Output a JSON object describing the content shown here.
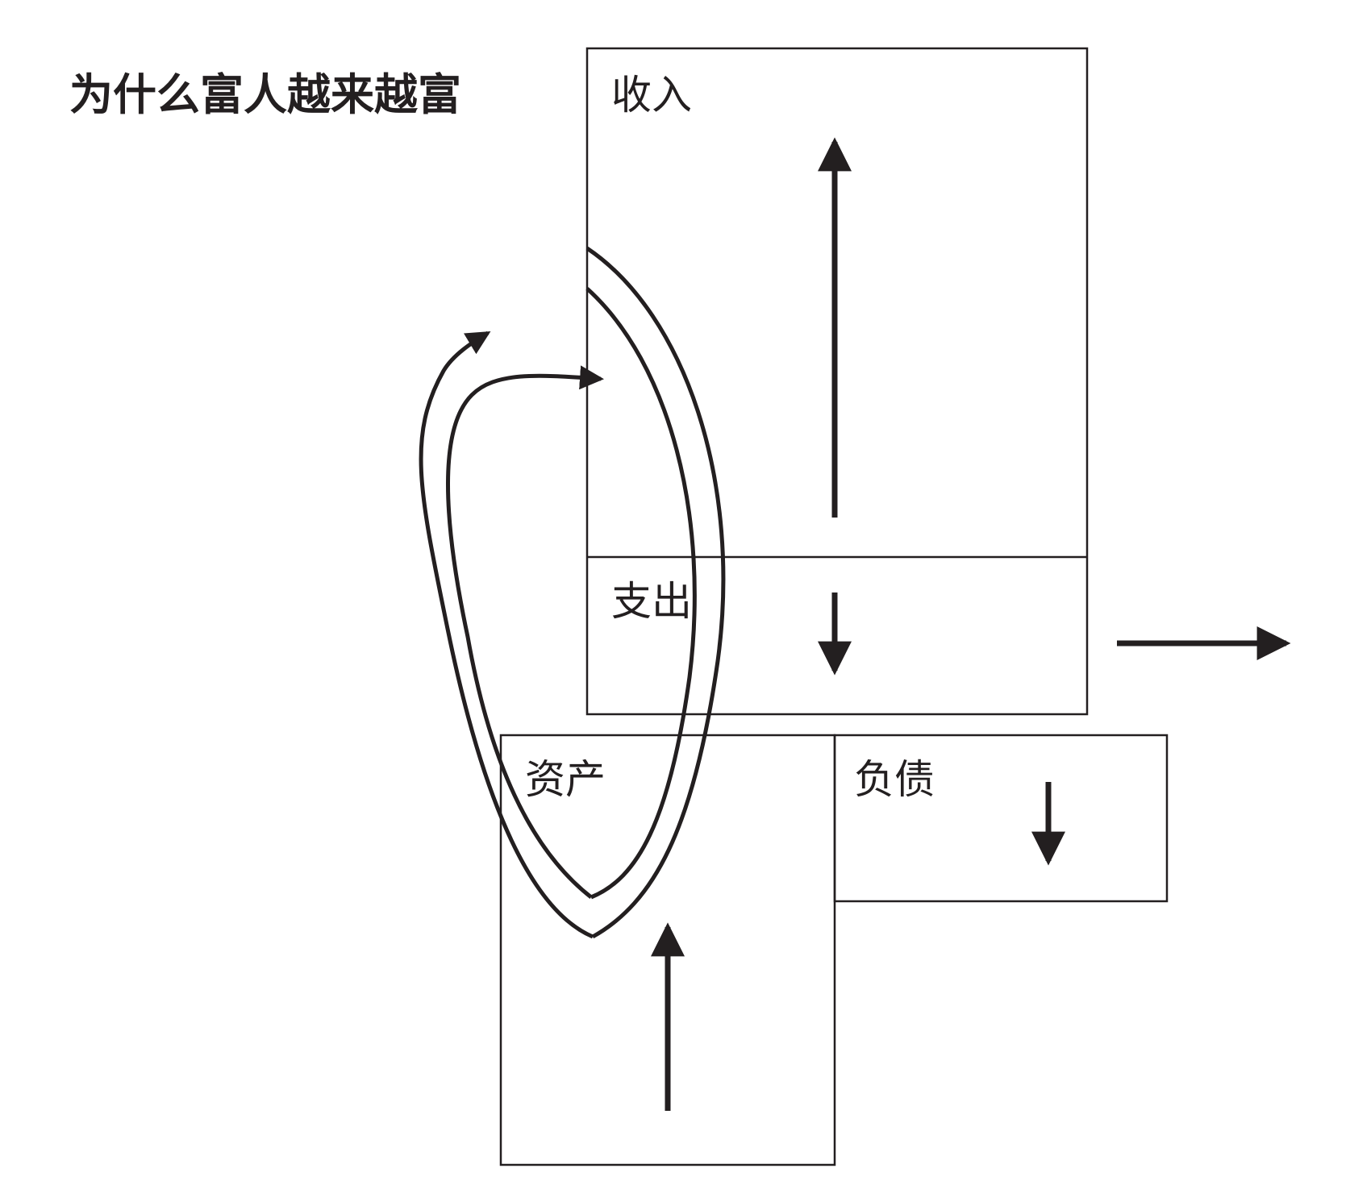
{
  "title": "为什么富人越来越富",
  "boxes": {
    "income": "收入",
    "expense": "支出",
    "assets": "资产",
    "liabilities": "负债"
  },
  "colors": {
    "ink": "#231f20",
    "background": "#ffffff"
  }
}
